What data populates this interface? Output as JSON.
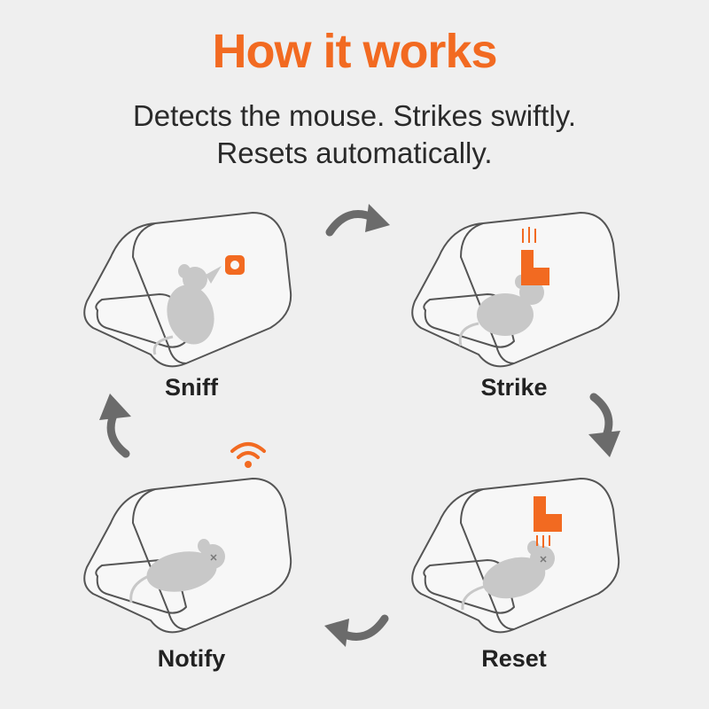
{
  "header": {
    "title": "How it works",
    "subtitle_line1": "Detects the mouse. Strikes swiftly.",
    "subtitle_line2": "Resets automatically."
  },
  "steps": [
    {
      "label": "Sniff"
    },
    {
      "label": "Strike"
    },
    {
      "label": "Reset"
    },
    {
      "label": "Notify"
    }
  ],
  "colors": {
    "accent": "#f26a21",
    "trap_outline": "#555555",
    "mouse": "#c8c8c8",
    "arrow": "#6b6b6b",
    "background": "#efefef"
  },
  "icons": {
    "cycle_arrows": "curved-arrow",
    "notify": "wifi-icon",
    "bait": "bait-icon",
    "striker": "striker-icon"
  }
}
